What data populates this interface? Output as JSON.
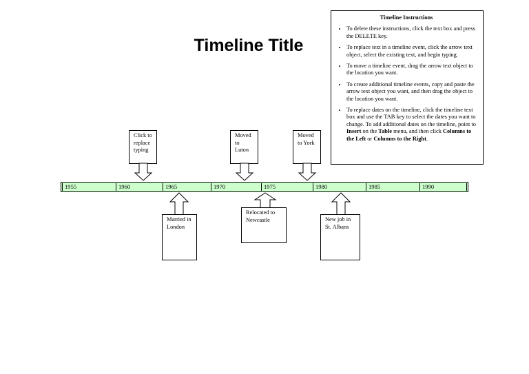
{
  "title": "Timeline Title",
  "instructions": {
    "heading": "Timeline Instructions",
    "items": [
      {
        "text": "To delete these instructions, click the text box and press the DELETE key."
      },
      {
        "text": "To replace text in a timeline event, click the arrow text object, select the existing text, and begin typing."
      },
      {
        "text": "To move a timeline event, drag the arrow text object to the location you want."
      },
      {
        "text": "To create additional timeline events, copy and paste the arrow text object you want, and then drag the object to the location you want."
      },
      {
        "text": "To replace dates on the timeline, click the timeline text box and use the TAB key to select the dates you want to change. To add additional dates on the timeline, point to ",
        "bold_insert": "Insert",
        "mid1": " on the ",
        "bold_table": "Table",
        "mid2": " menu, and then click ",
        "bold_left": "Columns to the Left",
        "mid3": " or ",
        "bold_right": "Columns to the Right",
        "end": "."
      }
    ]
  },
  "timeline": {
    "bar_color": "#ccffcc",
    "years": [
      "1955",
      "1960",
      "1965",
      "1970",
      "1975",
      "1980",
      "1985",
      "1990"
    ]
  },
  "events_above": [
    {
      "label": "Click to replace typing"
    },
    {
      "label": "Moved to Luton"
    },
    {
      "label": "Moved to York"
    }
  ],
  "events_below": [
    {
      "label": "Married in London"
    },
    {
      "label": "Relocated to Newcastle"
    },
    {
      "label": "New job in St. Albans"
    }
  ]
}
